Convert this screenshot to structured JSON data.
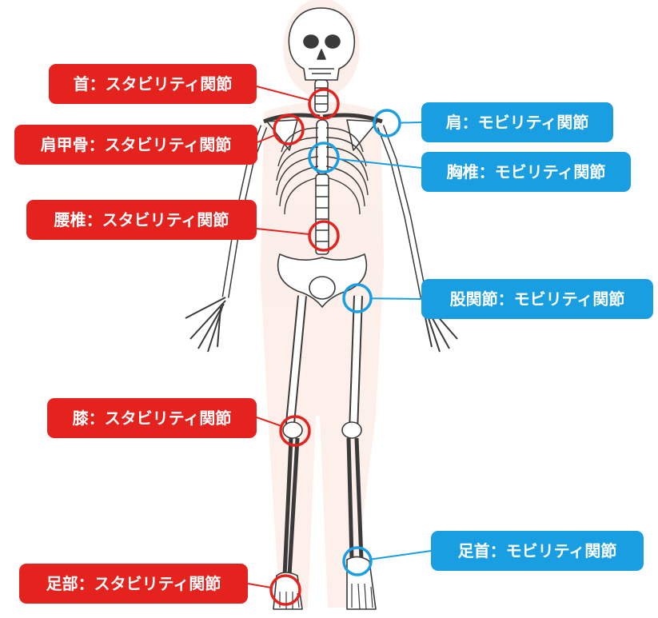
{
  "colors": {
    "stability": "#e5231e",
    "mobility": "#1a9ee2",
    "body_glow": "#fbe3d8",
    "bone_outline": "#3a3a3a"
  },
  "labels": {
    "neck": "首：スタビリティ関節",
    "scapula": "肩甲骨：スタビリティ関節",
    "lumbar": "腰椎：スタビリティ関節",
    "knee": "膝：スタビリティ関節",
    "foot": "足部：スタビリティ関節",
    "shoulder": "肩：モビリティ関節",
    "thoracic": "胸椎：モビリティ関節",
    "hip": "股関節：モビリティ関節",
    "ankle": "足首：モビリティ関節"
  }
}
